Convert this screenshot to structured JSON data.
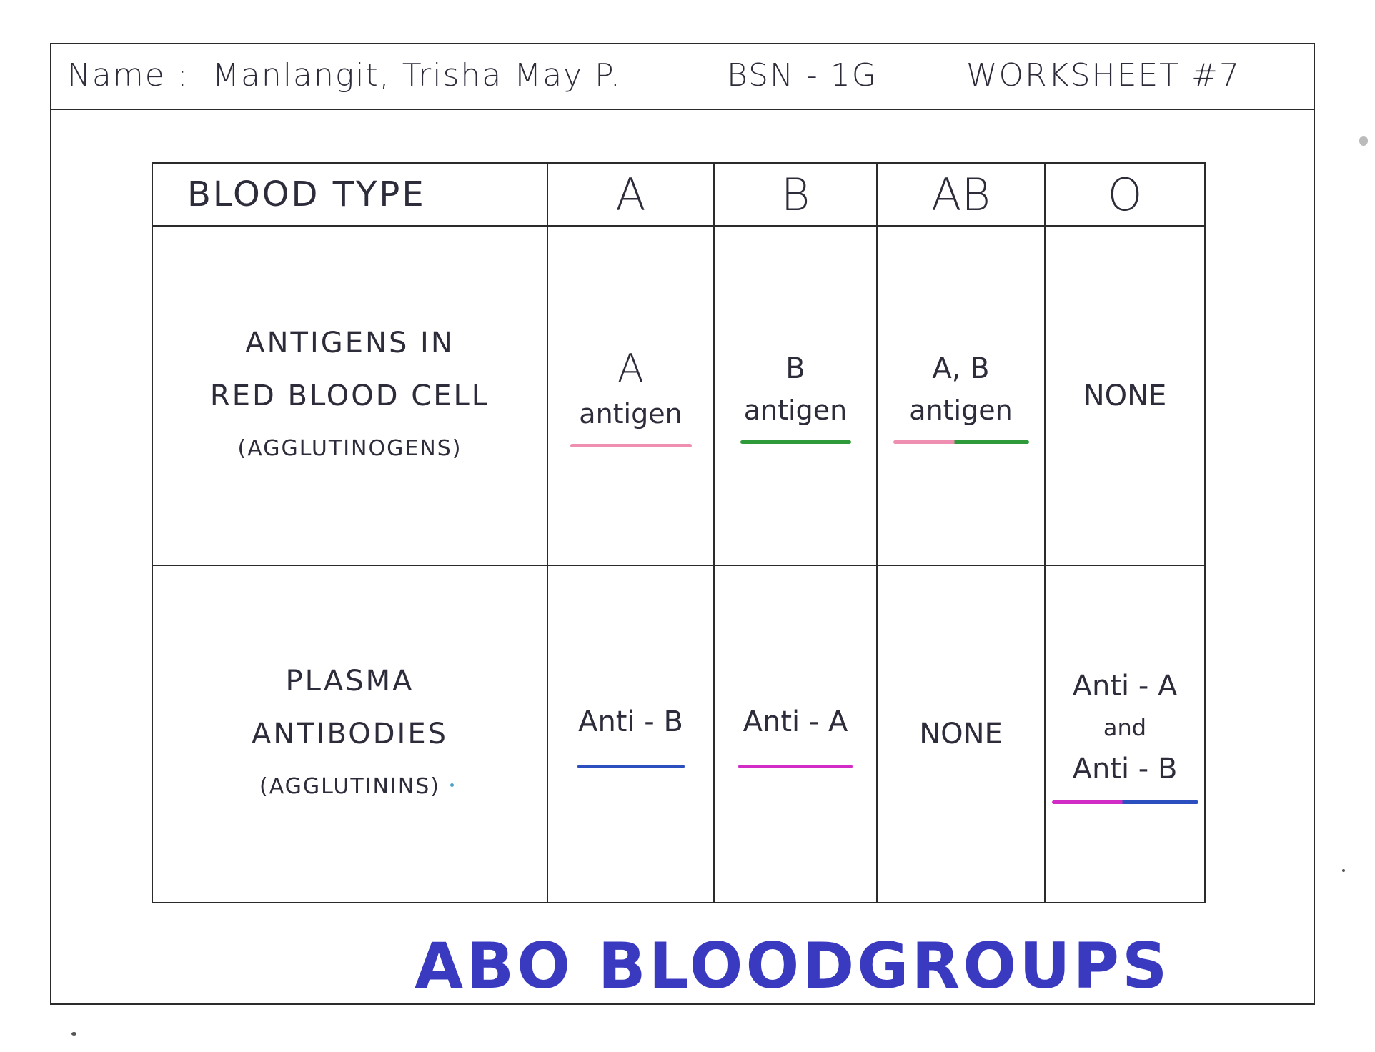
{
  "header": {
    "name_label": "Name :",
    "name_value": "Manlangit, Trisha May P.",
    "section": "BSN - 1G",
    "worksheet": "WORKSHEET #7"
  },
  "table": {
    "header_label": "BLOOD TYPE",
    "types": [
      "A",
      "B",
      "AB",
      "O"
    ],
    "antigens_row": {
      "label_line1": "ANTIGENS IN",
      "label_line2": "RED BLOOD CELL",
      "label_line3": "(AGGLUTINOGENS)",
      "values": [
        {
          "main": "A",
          "sub": "antigen"
        },
        {
          "main": "B",
          "sub": "antigen"
        },
        {
          "main": "A, B",
          "sub": "antigen"
        },
        {
          "main": "NONE",
          "sub": ""
        }
      ]
    },
    "antibodies_row": {
      "label_line1": "PLASMA",
      "label_line2": "ANTIBODIES",
      "label_line3": "(AGGLUTININS)",
      "values": [
        {
          "line1": "Anti - B",
          "line2": "",
          "line3": ""
        },
        {
          "line1": "Anti - A",
          "line2": "",
          "line3": ""
        },
        {
          "line1": "NONE",
          "line2": "",
          "line3": ""
        },
        {
          "line1": "Anti - A",
          "line2": "and",
          "line3": "Anti - B"
        }
      ]
    }
  },
  "title": "ABO BLOODGROUPS",
  "colors": {
    "ink": "#2c2c3a",
    "title": "#3a3ac0",
    "pink": "#ee8fb2",
    "green": "#2f9a3a",
    "blue": "#2b4fbf",
    "magenta": "#d22cc7"
  }
}
